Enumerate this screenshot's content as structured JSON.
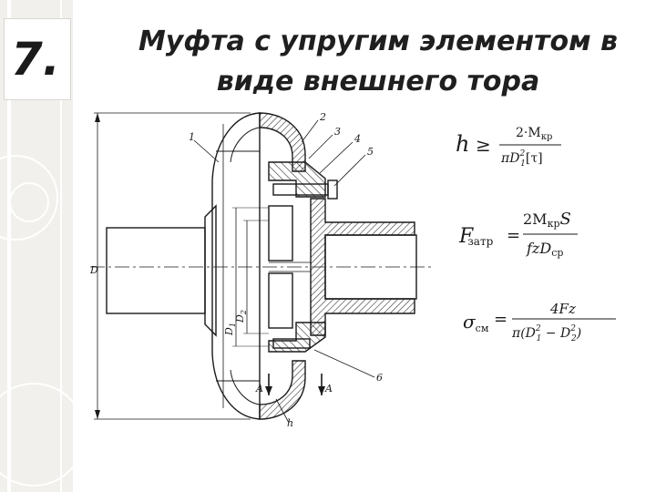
{
  "slide": {
    "number": "7.",
    "title_line1": "Муфта с упругим элементом в",
    "title_line2": "виде внешнего тора"
  },
  "drawing": {
    "callouts": [
      "1",
      "2",
      "3",
      "4",
      "5",
      "6"
    ],
    "dim_labels": {
      "D": "D",
      "D1": "D",
      "D1_sub": "1",
      "D2": "D",
      "D2_sub": "2",
      "h": "h"
    },
    "section_marks": {
      "left": "A",
      "right": "A"
    }
  },
  "formulas": {
    "f1": {
      "lhs": "h",
      "rel": "≥",
      "num_coef": "2·",
      "num_M": "M",
      "num_sub": "кр",
      "den_pi": "πD",
      "den_sub": "1",
      "den_sup": "2",
      "den_rest": "[τ]"
    },
    "f2": {
      "lhs": "F",
      "lhs_sub": "затр",
      "rel": "=",
      "num_coef": "2M",
      "num_sub": "кр",
      "num_S": "S",
      "den_main": "fzD",
      "den_sub": "ср"
    },
    "f3": {
      "lhs": "σ",
      "lhs_sub": "см",
      "rel": "=",
      "num": "4Fz",
      "den_open": "π(D",
      "den_sub1": "1",
      "den_sup1": "2",
      "den_minus": " − D",
      "den_sub2": "2",
      "den_sup2": "2",
      "den_close": ")"
    }
  },
  "colors": {
    "panel_bg": "#f1f0ec",
    "line": "#1a1a1a",
    "hatch": "#333333"
  }
}
